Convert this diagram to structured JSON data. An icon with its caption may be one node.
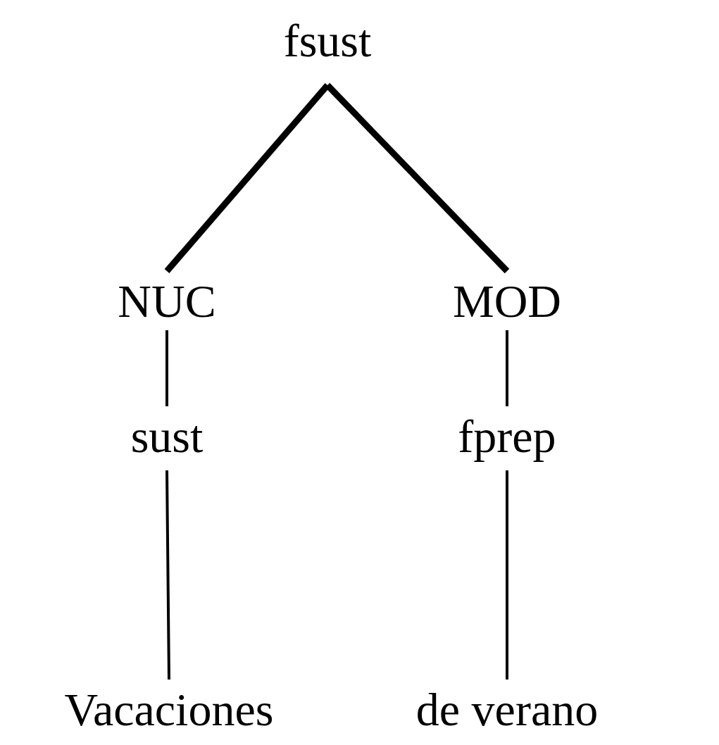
{
  "diagram": {
    "nodes": [
      {
        "text": [
          "fsust"
        ]
      },
      {
        "text": [
          "NUC"
        ]
      },
      {
        "text": [
          "MOD"
        ]
      },
      {
        "text": [
          "sust"
        ]
      },
      {
        "text": [
          "fprep"
        ]
      },
      {
        "text": [
          "Vacaciones"
        ]
      },
      {
        "text": [
          "de verano"
        ]
      }
    ],
    "edges": [
      {
        "from": 0,
        "to": 1,
        "arrow": "none",
        "style": "thick"
      },
      {
        "from": 0,
        "to": 2,
        "arrow": "none",
        "style": "thick"
      },
      {
        "from": 1,
        "to": 3,
        "arrow": "none"
      },
      {
        "from": 2,
        "to": 4,
        "arrow": "none"
      },
      {
        "from": 3,
        "to": 5,
        "arrow": "none"
      },
      {
        "from": 4,
        "to": 6,
        "arrow": "none"
      }
    ]
  }
}
